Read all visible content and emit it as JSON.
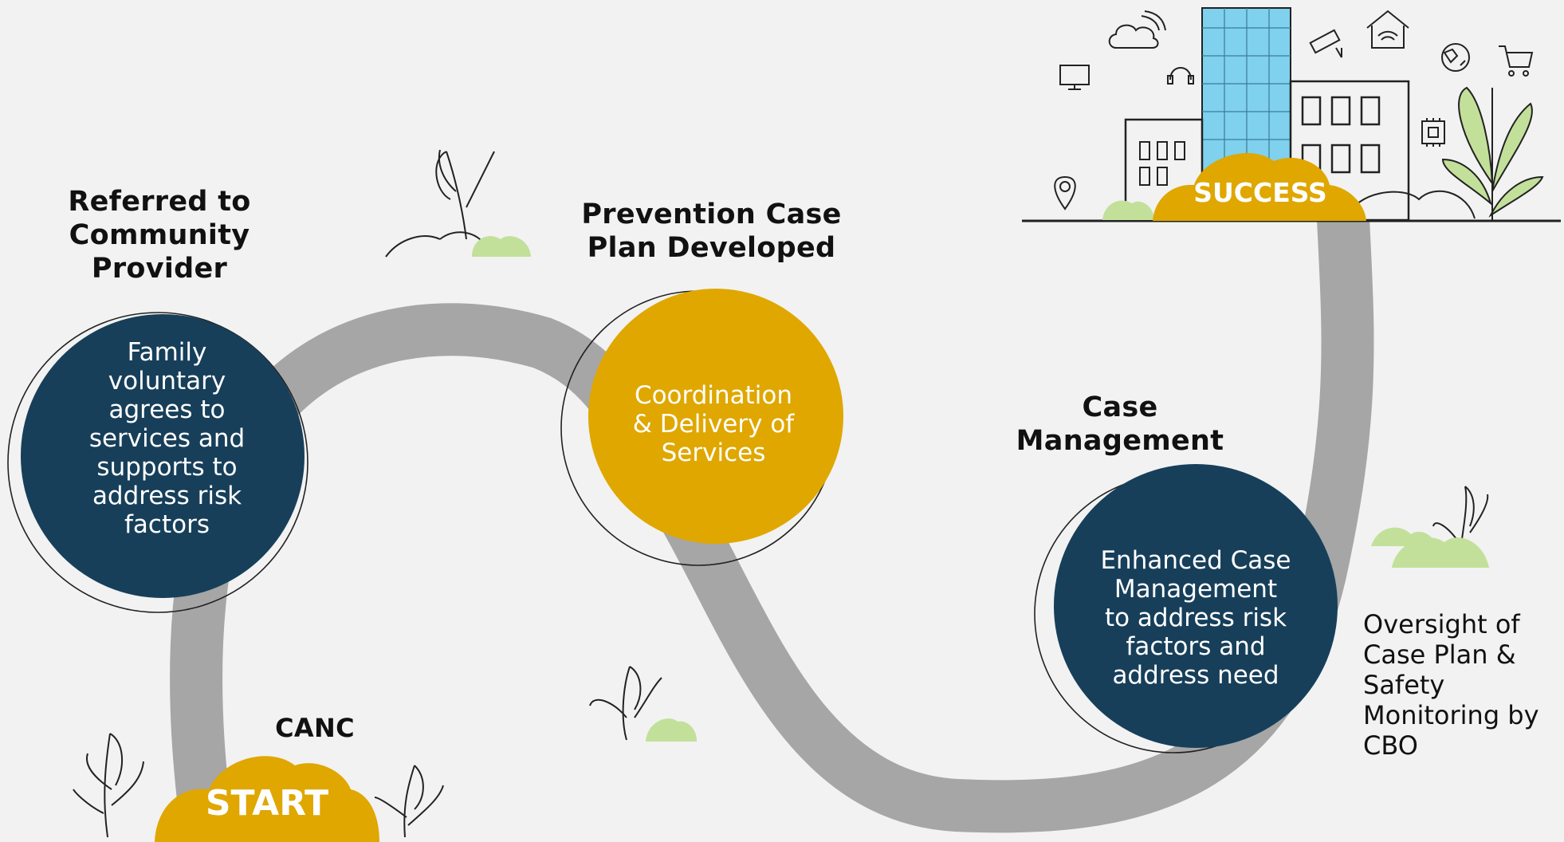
{
  "colors": {
    "background": "#f2f2f2",
    "road": "#a6a6a6",
    "navy": "#173f5a",
    "gold": "#dfa700",
    "leaf_green": "#c2e09a",
    "building_blue": "#7fd1ee",
    "outline": "#222222"
  },
  "stages": [
    {
      "heading": "Referred to Community Provider",
      "circle_text": "Family voluntary agrees to services and supports to address risk factors",
      "circle_color": "navy"
    },
    {
      "heading": "Prevention Case Plan Developed",
      "circle_text": "Coordination & Delivery of Services",
      "circle_color": "gold"
    },
    {
      "heading": "Case Management",
      "circle_text": "Enhanced Case Management to address risk factors and address need",
      "circle_color": "navy"
    }
  ],
  "start": {
    "label": "CANC",
    "badge": "START"
  },
  "finish": {
    "badge": "SUCCESS"
  },
  "side_note": "Oversight of Case Plan & Safety Monitoring by CBO",
  "icons": [
    "cloud-icon",
    "monitor-icon",
    "headphones-icon",
    "cctv-camera-icon",
    "smart-home-icon",
    "globe-icon",
    "shopping-cart-icon",
    "chip-icon",
    "location-pin-icon",
    "plant-icon"
  ]
}
